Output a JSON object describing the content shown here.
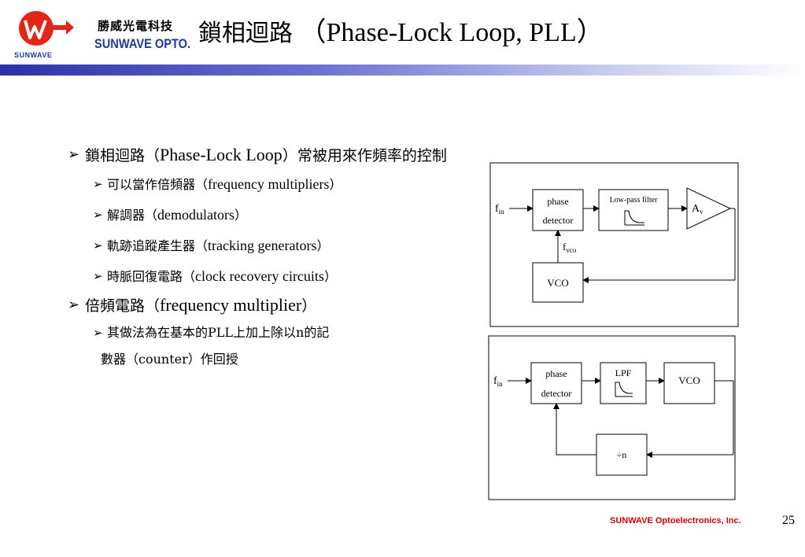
{
  "header": {
    "logo_cn": "勝威光電科技",
    "logo_en": "SUNWAVE OPTO.",
    "logo_sub": "SUNWAVE",
    "title_cn": "鎖相迴路",
    "title_en": " （Phase-Lock Loop, PLL）",
    "brand_colors": {
      "red": "#e2261a",
      "blue": "#1c3a9c",
      "bar_start": "#2d2fa6"
    }
  },
  "bullets": [
    {
      "cn": "鎖相迴路（",
      "en": "Phase-Lock Loop",
      "tail": "）常被用來作頻率的控制",
      "sub": [
        {
          "cn": "可以當作倍頻器（",
          "en": "frequency multipliers",
          "tail": "）"
        },
        {
          "cn": "解調器（",
          "en": "demodulators",
          "tail": "）"
        },
        {
          "cn": "軌跡追蹤產生器（",
          "en": "tracking generators",
          "tail": "）"
        },
        {
          "cn": "時脈回復電路（",
          "en": "clock recovery circuits",
          "tail": "）"
        }
      ]
    },
    {
      "cn": "倍頻電路（",
      "en": "frequency multiplier",
      "tail": "）",
      "sub": [
        {
          "line1": "其做法為在基本的PLL上加上除以n的記",
          "line2": "數器（counter）作回授"
        }
      ]
    }
  ],
  "diagram1": {
    "fin": "f",
    "fin_sub": "in",
    "phase_det_l1": "phase",
    "phase_det_l2": "detector",
    "lpf": "Low-pass filter",
    "amp": "A",
    "amp_sub": "v",
    "fvco": "f",
    "fvco_sub": "vco",
    "vco": "VCO"
  },
  "diagram2": {
    "fin": "f",
    "fin_sub": "in",
    "phase_det_l1": "phase",
    "phase_det_l2": "detector",
    "lpf": "LPF",
    "vco": "VCO",
    "divider": "÷n"
  },
  "footer": {
    "company": "SUNWAVE Optoelectronics, Inc.",
    "page": "25"
  }
}
